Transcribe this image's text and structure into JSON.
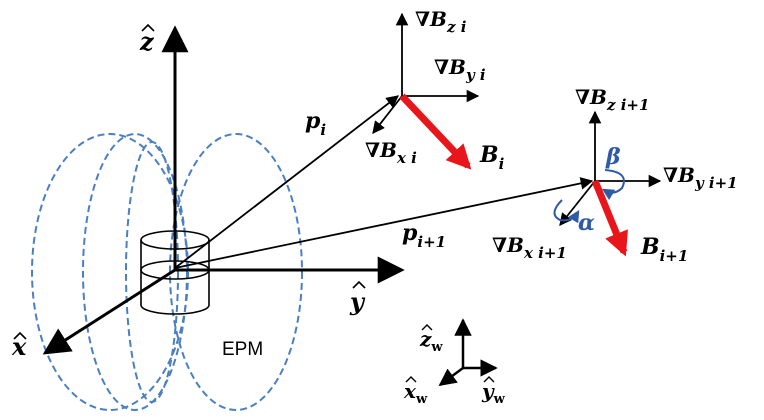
{
  "colors": {
    "axis": "#000000",
    "field_red": "#e8161b",
    "field_lines": "#4a7fc1",
    "angle_blue": "#2e5aa8"
  },
  "labels": {
    "z_hat": "z",
    "y_hat": "y",
    "x_hat": "x",
    "epm": "EPM",
    "p_i": "p",
    "p_i_sub": "i",
    "p_i1": "p",
    "p_i1_sub": "i+1",
    "grad": "∇B",
    "bz_i": "z i",
    "by_i": "y i",
    "bx_i": "x i",
    "b_i": "B",
    "b_i_sub": "i",
    "bz_i1": "z i+1",
    "by_i1": "y i+1",
    "bx_i1": "x i+1",
    "b_i1": "B",
    "b_i1_sub": "i+1",
    "alpha": "α",
    "beta": "β",
    "zw": "z",
    "yw": "y",
    "xw": "x",
    "w_sub": "w"
  }
}
